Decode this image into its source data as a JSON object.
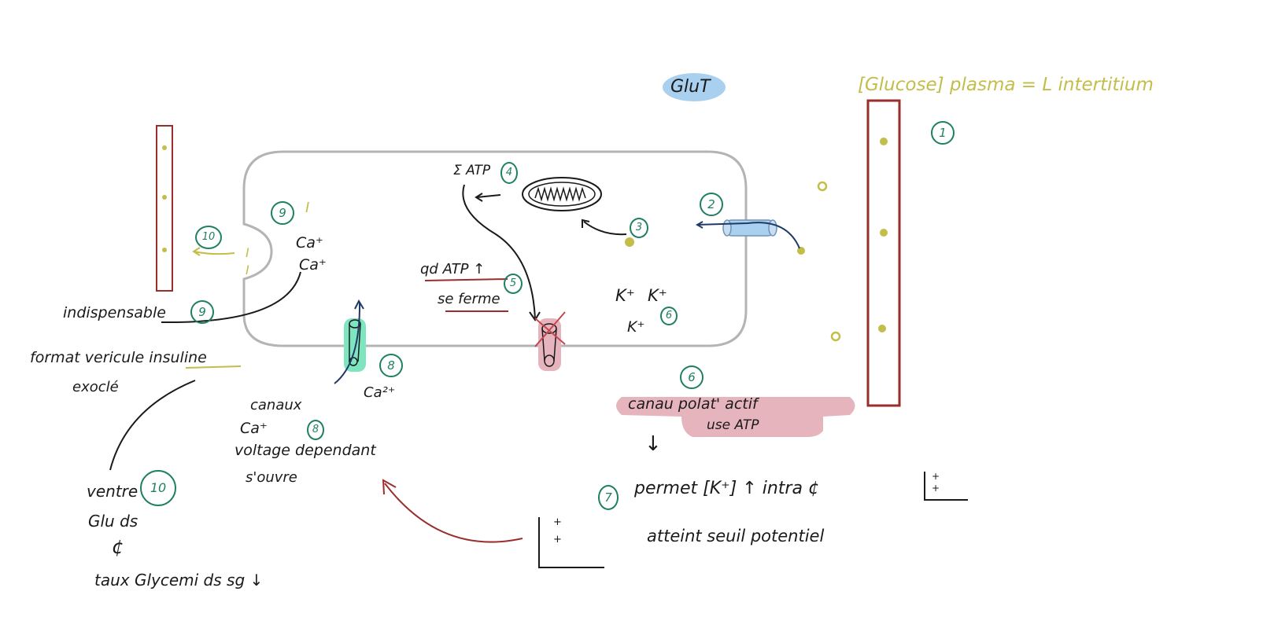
{
  "labels": {
    "glut": "GluT",
    "glucose_eq": "[Glucose] plasma = L intertitium",
    "sum_atp": "Σ ATP",
    "ca_plus_1": "Ca⁺",
    "ca_plus_2": "Ca⁺",
    "roman_one_a": "I",
    "roman_one_b": "I",
    "roman_one_c": "I",
    "indispensable": "indispensable",
    "qd_atp": "qd ATP ↑",
    "se_ferme": "se ferme",
    "k_plus_1": "K⁺",
    "k_plus_2": "K⁺",
    "k_plus_3": "K⁺",
    "format_vesicule": "format vericule insuline",
    "exocyte": "exoclé",
    "canaux": "canaux",
    "ca_plus_3": "Ca⁺",
    "voltage_dependant": "voltage dependant",
    "s_ouvre": "s'ouvre",
    "ca2plus": "Ca²⁺",
    "canal_polat": "canau polat' actif",
    "use_atp": "use ATP",
    "down_arrow": "↓",
    "permet_k": "permet [K⁺] ↑ intra ¢",
    "atteint_seuil": "atteint seuil potentiel",
    "ventre": "ventre",
    "glu_ds": "Glu ds",
    "cell_symbol": "¢",
    "taux_glycemie": "taux Glycemi ds sg ↓",
    "plus_sign": "+"
  },
  "step_numbers": {
    "n1": "1",
    "n2": "2",
    "n3": "3",
    "n4": "4",
    "n5": "5",
    "n6": "6",
    "n6b": "6",
    "n7": "7",
    "n8": "8",
    "n8b": "8",
    "n9": "9",
    "n9b": "9",
    "n10": "10",
    "n10b": "10"
  },
  "colors": {
    "membrane": "#b4b4b4",
    "vessel": "#9b2d2d",
    "glucose": "#c3bd4a",
    "step_green": "#1e8060",
    "k_channel": "#e6b4bc",
    "ca_channel": "#7de6c0",
    "glut_highlight": "#a9d0ee",
    "arrow_red": "#9b2d2d",
    "arrow_navy": "#1f3a66"
  }
}
